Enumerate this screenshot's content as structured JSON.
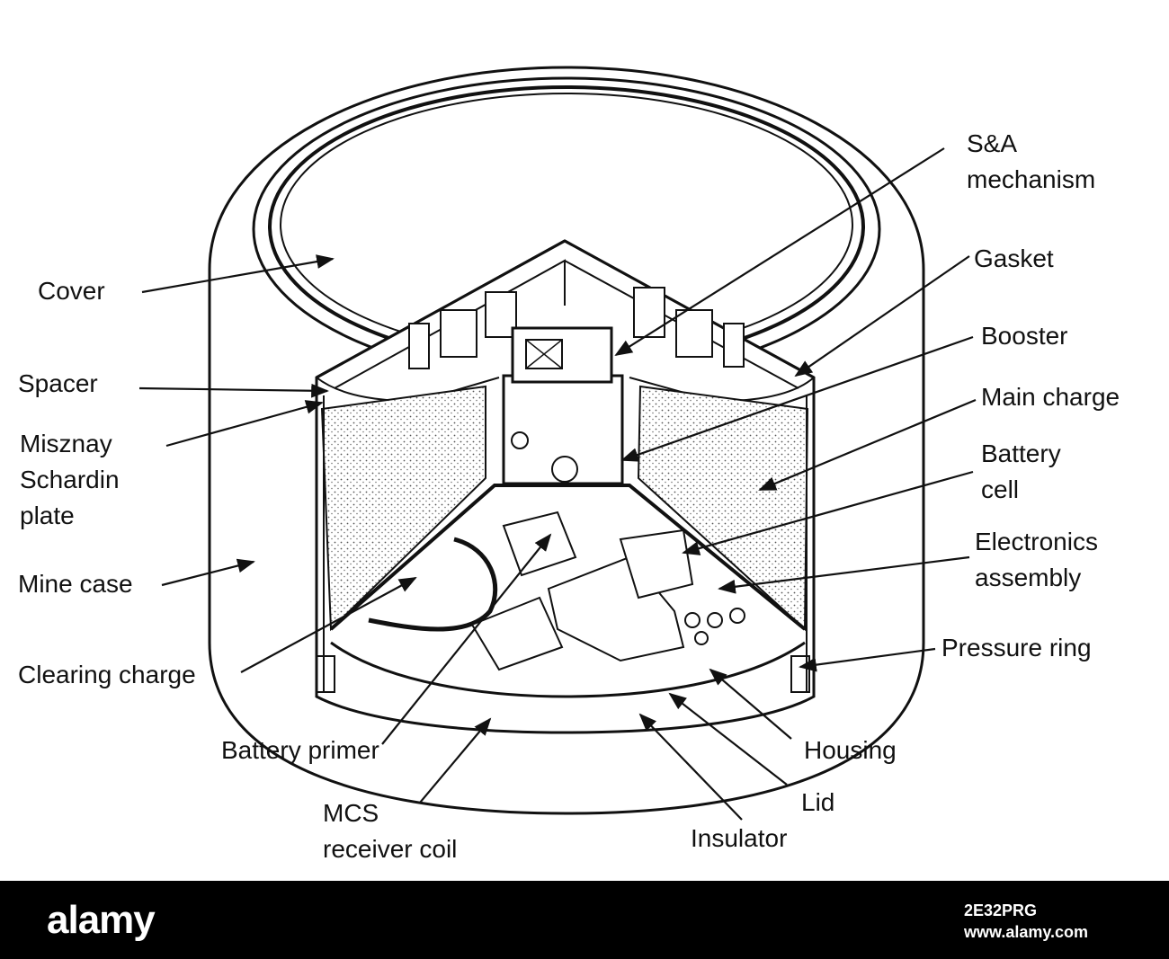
{
  "labels": {
    "sa_mechanism": [
      "S&A",
      "mechanism"
    ],
    "gasket": "Gasket",
    "booster": "Booster",
    "main_charge": "Main charge",
    "battery_cell": [
      "Battery",
      "cell"
    ],
    "electronics_assembly": [
      "Electronics",
      "assembly"
    ],
    "pressure_ring": "Pressure ring",
    "housing": "Housing",
    "lid": "Lid",
    "insulator": "Insulator",
    "mcs_receiver_coil": [
      "MCS",
      "receiver coil"
    ],
    "battery_primer": "Battery primer",
    "clearing_charge": "Clearing charge",
    "mine_case": "Mine case",
    "misznay_schardin_plate": [
      "Misznay",
      "Schardin",
      "plate"
    ],
    "spacer": "Spacer",
    "cover": "Cover"
  },
  "footer": {
    "logo": "alamy",
    "image_id": "2E32PRG",
    "website": "www.alamy.com"
  },
  "colors": {
    "line": "#111111",
    "stipple_fill": "#efefef",
    "footer_bg": "#000000",
    "footer_text": "#ffffff"
  }
}
